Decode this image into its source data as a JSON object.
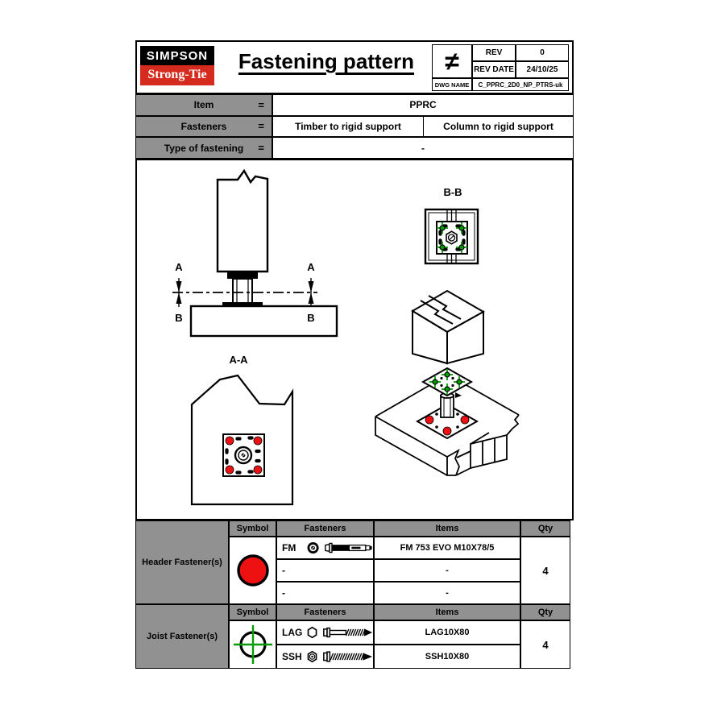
{
  "doc": {
    "logo": {
      "simpson": "SIMPSON",
      "strongtie": "Strong-Tie"
    },
    "title": "Fastening pattern",
    "title_block": {
      "symbol": "≠",
      "rev_label": "REV",
      "rev_value": "0",
      "rev_date_label": "REV DATE",
      "rev_date_value": "24/10/25",
      "dwg_label": "DWG NAME",
      "dwg_value": "C_PPRC_2D0_NP_PTRS-uk"
    },
    "spec": {
      "equals": "=",
      "item_label": "Item",
      "item_value": "PPRC",
      "fasteners_label": "Fasteners",
      "fasteners_value_1": "Timber to rigid support",
      "fasteners_value_2": "Column to rigid support",
      "type_label": "Type of fastening",
      "type_value": "-"
    },
    "views": {
      "label_a": "A",
      "label_b": "B",
      "label_aa": "A-A",
      "label_bb": "B-B"
    },
    "fastener_tables": {
      "col_symbol": "Symbol",
      "col_fasteners": "Fasteners",
      "col_items": "Items",
      "col_qty": "Qty",
      "header": {
        "title": "Header Fastener(s)",
        "rows": [
          {
            "code": "FM",
            "item": "FM 753 EVO M10X78/5"
          },
          {
            "code": "-",
            "item": "-"
          },
          {
            "code": "-",
            "item": "-"
          }
        ],
        "qty": "4"
      },
      "joist": {
        "title": "Joist Fastener(s)",
        "rows": [
          {
            "code": "LAG",
            "item": "LAG10X80"
          },
          {
            "code": "SSH",
            "item": "SSH10X80"
          }
        ],
        "qty": "4"
      }
    }
  },
  "colors": {
    "brand_red": "#d52b1e",
    "symbol_red": "#ee1111",
    "fastener_green": "#089b08",
    "cell_gray": "#919191"
  }
}
